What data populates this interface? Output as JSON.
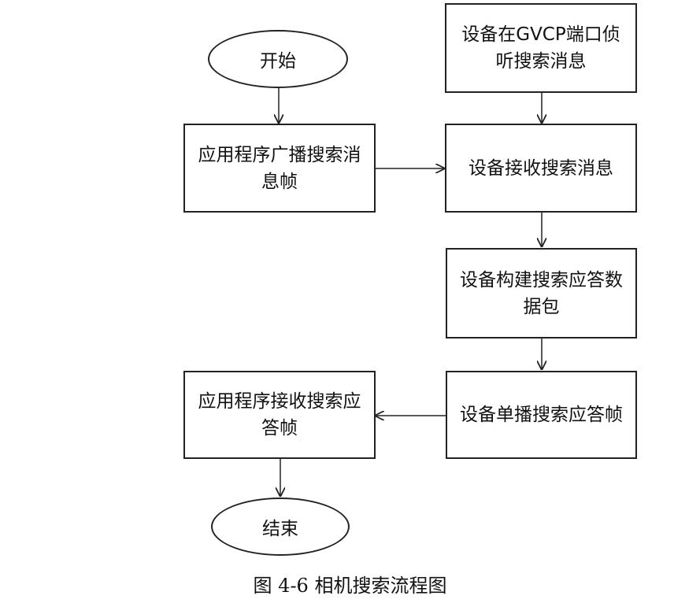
{
  "diagram": {
    "nodes": {
      "start": "开始",
      "device_listen": "设备在GVCP端口侦听搜索消息",
      "app_broadcast": "应用程序广播搜索消息帧",
      "device_receive": "设备接收搜索消息",
      "device_build": "设备构建搜索应答数据包",
      "app_receive": "应用程序接收搜索应答帧",
      "device_unicast": "设备单播搜索应答帧",
      "end": "结束"
    },
    "caption": "图 4-6  相机搜索流程图"
  }
}
